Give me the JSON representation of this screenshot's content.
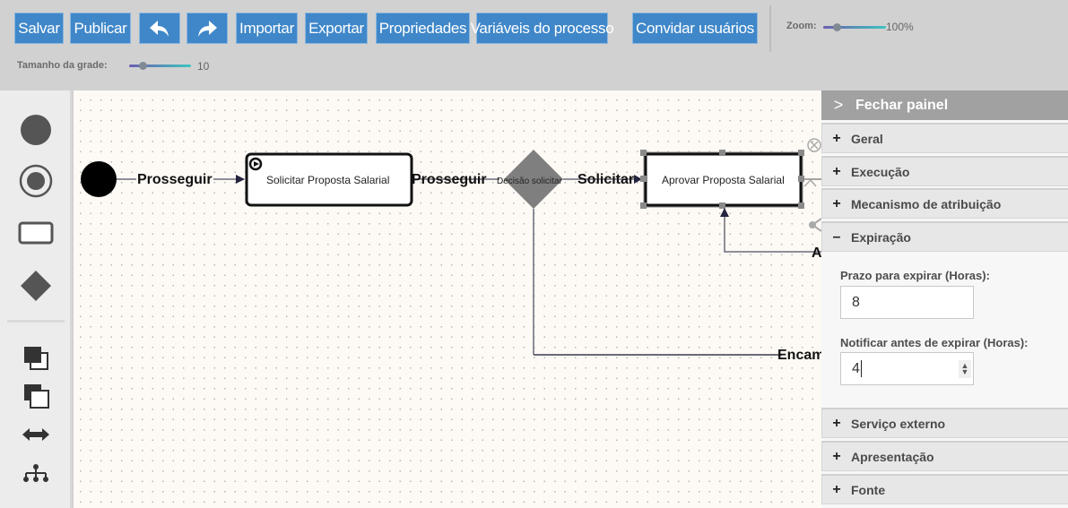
{
  "toolbar": {
    "buttons": {
      "save": "Salvar",
      "publish": "Publicar",
      "import": "Importar",
      "export": "Exportar",
      "properties": "Propriedades",
      "process_variables": "Variáveis do processo",
      "invite_users": "Convidar usuários"
    },
    "zoom": {
      "label": "Zoom:",
      "value": "100%"
    },
    "grid_size": {
      "label": "Tamanho da grade:",
      "value": "10"
    }
  },
  "palette": {
    "items": [
      "start-event",
      "end-event",
      "task",
      "gateway",
      "bring-to-front",
      "send-to-back",
      "align-horizontal",
      "auto-layout"
    ]
  },
  "diagram": {
    "flows": {
      "f1": "Prosseguir",
      "f2": "Prosseguir",
      "f3": "Solicitar",
      "f4_partial": "A",
      "f5_partial": "Encam"
    },
    "tasks": {
      "t1": "Solicitar Proposta Salarial",
      "t2": "Aprovar Proposta Salarial"
    },
    "gateway": {
      "label": "Decisão solicitar"
    }
  },
  "panel": {
    "close_label": "Fechar painel",
    "sections": [
      {
        "label": "Geral",
        "state": "+"
      },
      {
        "label": "Execução",
        "state": "+"
      },
      {
        "label": "Mecanismo de atribuição",
        "state": "+"
      },
      {
        "label": "Expiração",
        "state": "–"
      },
      {
        "label": "Serviço externo",
        "state": "+"
      },
      {
        "label": "Apresentação",
        "state": "+"
      },
      {
        "label": "Fonte",
        "state": "+"
      }
    ],
    "expiration": {
      "deadline_label": "Prazo para expirar (Horas):",
      "deadline_value": "8",
      "notify_label": "Notificar antes de expirar (Horas):",
      "notify_value": "4"
    }
  }
}
